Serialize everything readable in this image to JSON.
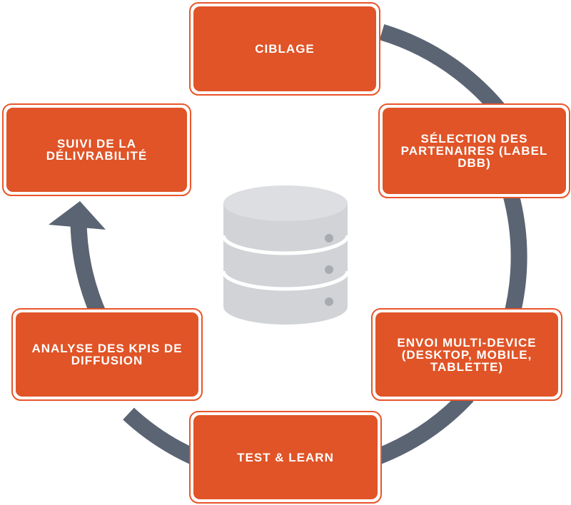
{
  "colors": {
    "box_fill": "#e05427",
    "box_border": "#e9552a",
    "arc": "#5b6473",
    "database": "#d1d3d6",
    "database_dots": "#a8abb0",
    "text": "#ffffff"
  },
  "center_icon": "database-icon",
  "cycle_arrow_icon": "arrow-up-icon",
  "steps": [
    {
      "label": "CIBLAGE"
    },
    {
      "label": "SÉLECTION DES PARTENAIRES (LABEL DBB)"
    },
    {
      "label": "ENVOI MULTI-DEVICE (DESKTOP, MOBILE, TABLETTE)"
    },
    {
      "label": "TEST & LEARN"
    },
    {
      "label": "ANALYSE DES KPIS DE DIFFUSION"
    },
    {
      "label": "SUIVI DE LA DÉLIVRABILITÉ"
    }
  ]
}
